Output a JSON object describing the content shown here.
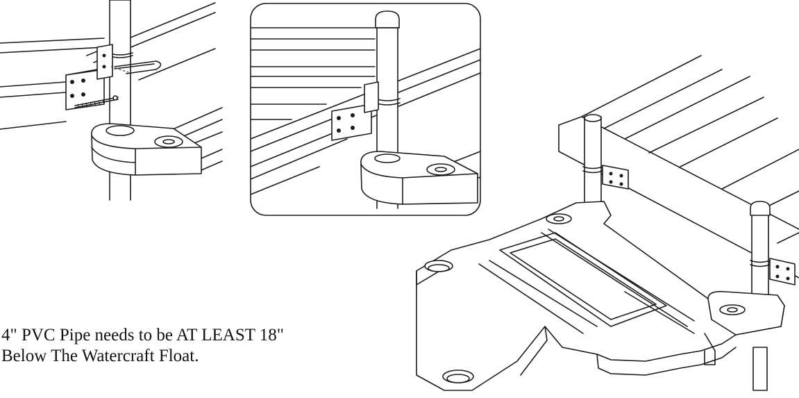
{
  "note": {
    "line1": "4\" PVC Pipe needs to be AT LEAST 18\"",
    "line2": "Below The Watercraft Float."
  },
  "colors": {
    "ink": "#1a1a1a",
    "paper": "#ffffff"
  },
  "panels": [
    {
      "name": "left-detail",
      "shows": "pipe bracket with u-bolt and lag screw"
    },
    {
      "name": "center-detail",
      "shows": "capped pipe at dock edge, framed"
    },
    {
      "name": "right-overview",
      "shows": "watercraft float mounted with two pipes"
    }
  ]
}
